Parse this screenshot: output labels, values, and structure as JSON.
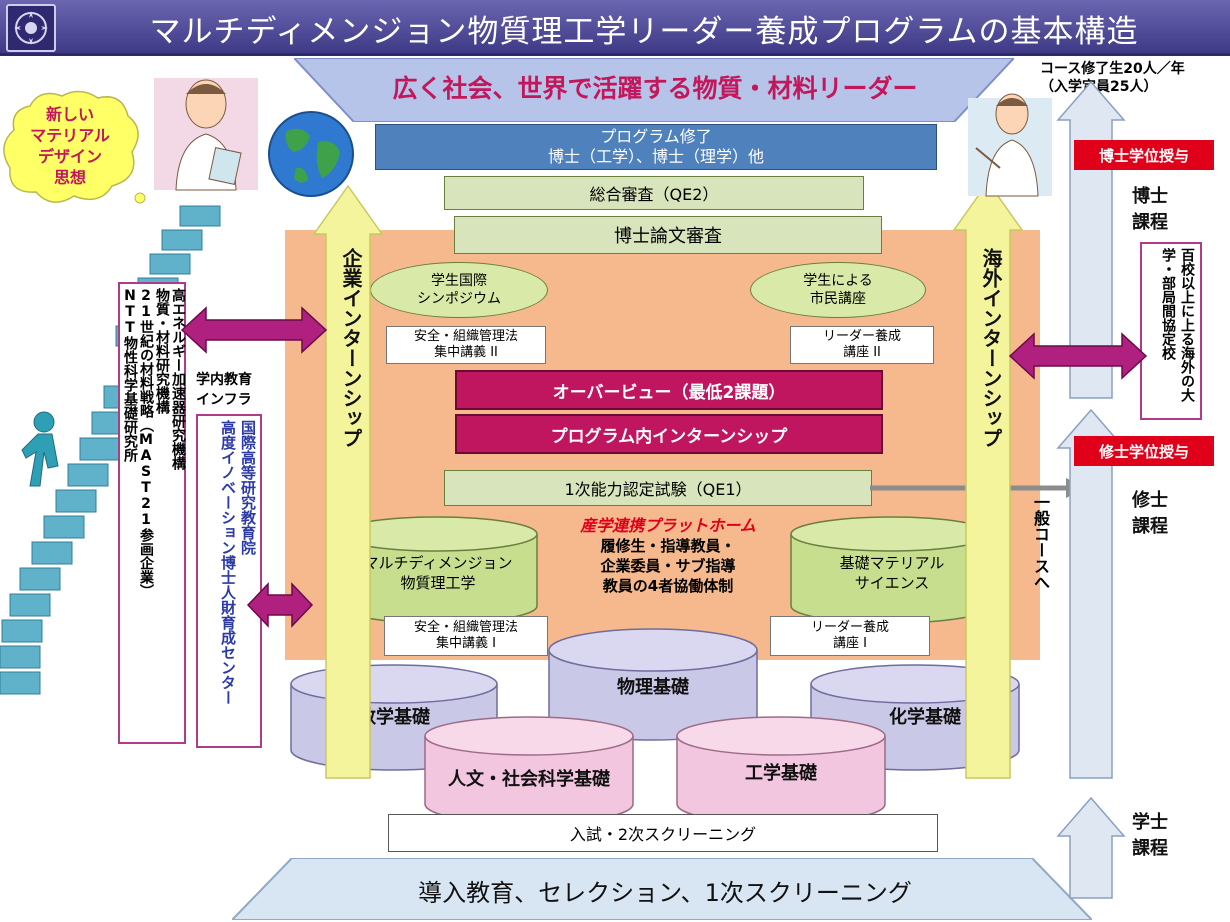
{
  "title": "マルチディメンジョン物質理工学リーダー養成プログラムの基本構造",
  "goal": "広く社会、世界で活躍する物質・材料リーダー",
  "enrollment": {
    "line1": "コース修了生20人／年",
    "line2": "（入学定員25人）"
  },
  "completion": {
    "line1": "プログラム修了",
    "line2": "博士（工学）、博士（理学）他"
  },
  "qe2": "総合審査（QE2）",
  "thesis": "博士論文審査",
  "ellipse_left": {
    "line1": "学生国際",
    "line2": "シンポジウム"
  },
  "ellipse_right": {
    "line1": "学生による",
    "line2": "市民講座"
  },
  "safety2": {
    "line1": "安全・組織管理法",
    "line2": "集中講義 II"
  },
  "leader2": {
    "line1": "リーダー養成",
    "line2": "講座 II"
  },
  "overview": "オーバービュー（最低2課題）",
  "internal_intern": "プログラム内インターンシップ",
  "qe1": "1次能力認定試験（QE1）",
  "platform": {
    "title": "産学連携プラットホーム",
    "line1": "履修生・指導教員・",
    "line2": "企業委員・サブ指導",
    "line3": "教員の4者協働体制"
  },
  "cyl_multi": {
    "line1": "マルチディメンジョン",
    "line2": "物質理工学"
  },
  "cyl_basic_material": {
    "line1": "基礎マテリアル",
    "line2": "サイエンス"
  },
  "safety1": {
    "line1": "安全・組織管理法",
    "line2": "集中講義 I"
  },
  "leader1": {
    "line1": "リーダー養成",
    "line2": "講座 I"
  },
  "foundations": {
    "math": "数学基礎",
    "physics": "物理基礎",
    "chem": "化学基礎",
    "humanities": "人文・社会科学基礎",
    "eng": "工学基礎"
  },
  "screening2": "入試・2次スクリーニング",
  "intro": "導入教育、セレクション、1次スクリーニング",
  "corp_intern": "企業インターンシップ",
  "overseas_intern": "海外インターンシップ",
  "general_course": "一般コースへ",
  "phd_award": "博士学位授与",
  "master_award": "修士学位授与",
  "phd_course": "博士課程",
  "master_course": "修士課程",
  "bachelor_course": "学士課程",
  "univ_agreement": "百校以上に上る海外の大学・部局間協定校",
  "thought_bubble": {
    "line1": "新しい",
    "line2": "マテリアル",
    "line3": "デザイン",
    "line4": "思想"
  },
  "infra_label": {
    "line1": "学内教育",
    "line2": "インフラ"
  },
  "center_text": {
    "col1": "国際高等研究教育院",
    "col2": "高度イノベーション博士人財育成センター"
  },
  "partners": {
    "col1": "高エネルギー加速器研究機構",
    "col2": "物質・材料研究機構",
    "col3": "21世紀の材料戦略（MAST21参画企業）",
    "col4": "NTT物性科学基礎研究所"
  },
  "colors": {
    "title_bg": "#4a4596",
    "goal_bg": "#b7c4ea",
    "orange_bg": "#f6b98d",
    "magenta": "#c0155f",
    "green": "#d8e4bc",
    "blue": "#4f81bd",
    "red": "#e0001a"
  }
}
